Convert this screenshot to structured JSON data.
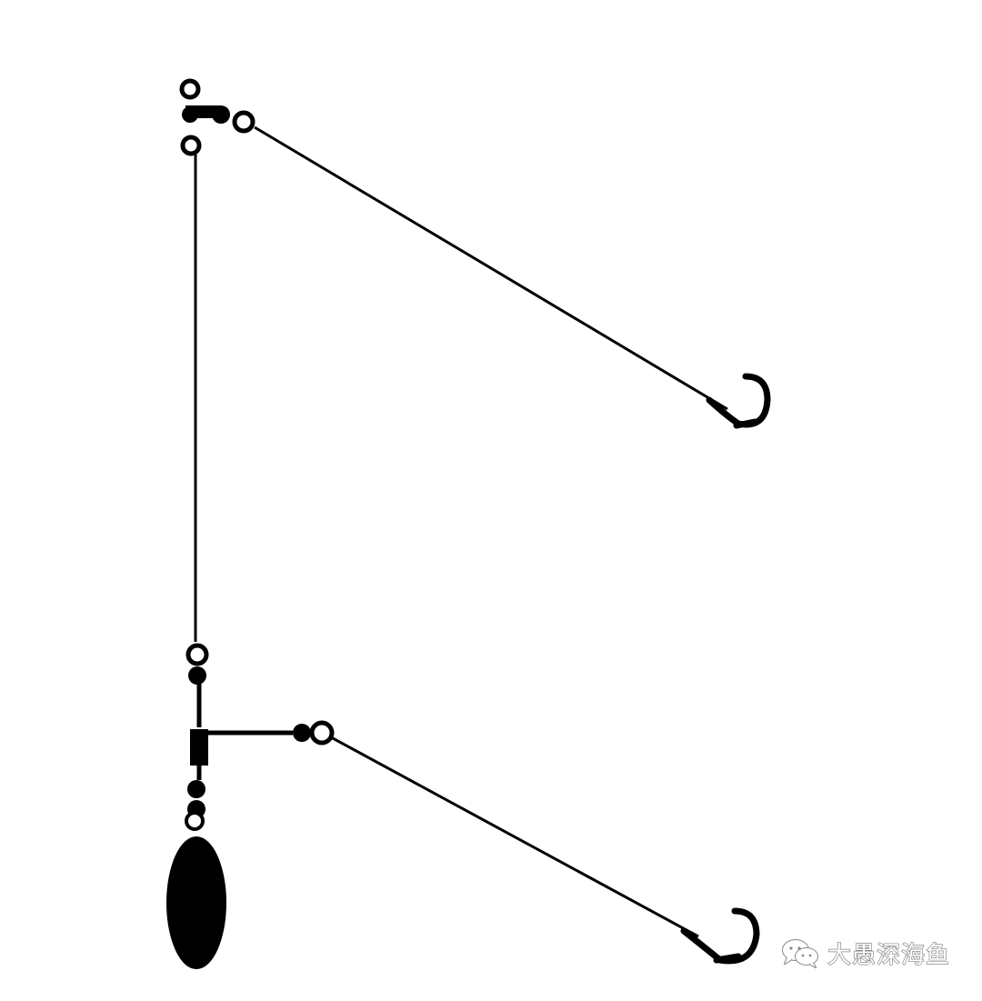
{
  "diagram": {
    "colors": {
      "line": "#000000",
      "background": "#ffffff"
    },
    "components": [
      "three-way-swivel",
      "main-line",
      "upper-branch-leader",
      "upper-hook",
      "lower-swivel-beads",
      "t-arm-connector",
      "lower-branch-leader",
      "lower-hook",
      "sinker"
    ]
  },
  "watermark": {
    "icon": "wechat-icon",
    "text": "大愚深海鱼"
  }
}
